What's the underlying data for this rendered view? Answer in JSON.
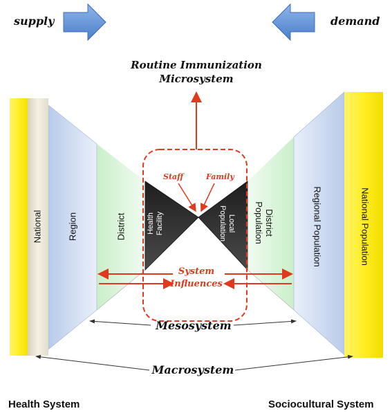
{
  "supply_label": "supply",
  "demand_label": "demand",
  "title_line1": "Routine Immunization",
  "title_line2": "Microsystem",
  "left_levels": {
    "national": "National",
    "region": "Region",
    "district": "District",
    "health_facility_line1": "Health",
    "health_facility_line2": "Facility"
  },
  "right_levels": {
    "national_population": "National Population",
    "regional_population": "Regional Population",
    "district_population_line1": "District",
    "district_population_line2": "Population",
    "local_population_line1": "Local",
    "local_population_line2": "Population"
  },
  "staff_label": "Staff",
  "family_label": "Family",
  "system_influences_line1": "System",
  "system_influences_line2": "Influences",
  "mesosystem_label": "Mesosystem",
  "macrosystem_label": "Macrosystem",
  "health_system_label": "Health System",
  "sociocultural_system_label": "Sociocultural System",
  "colors": {
    "arrow_blue": "#5b8fd6",
    "national_yellow": "#ffee22",
    "region_blue": "#c9d7f0",
    "district_green": "#d8f2d8",
    "triangle_dark": "#2d2d2d",
    "accent_red": "#e03a1e"
  }
}
